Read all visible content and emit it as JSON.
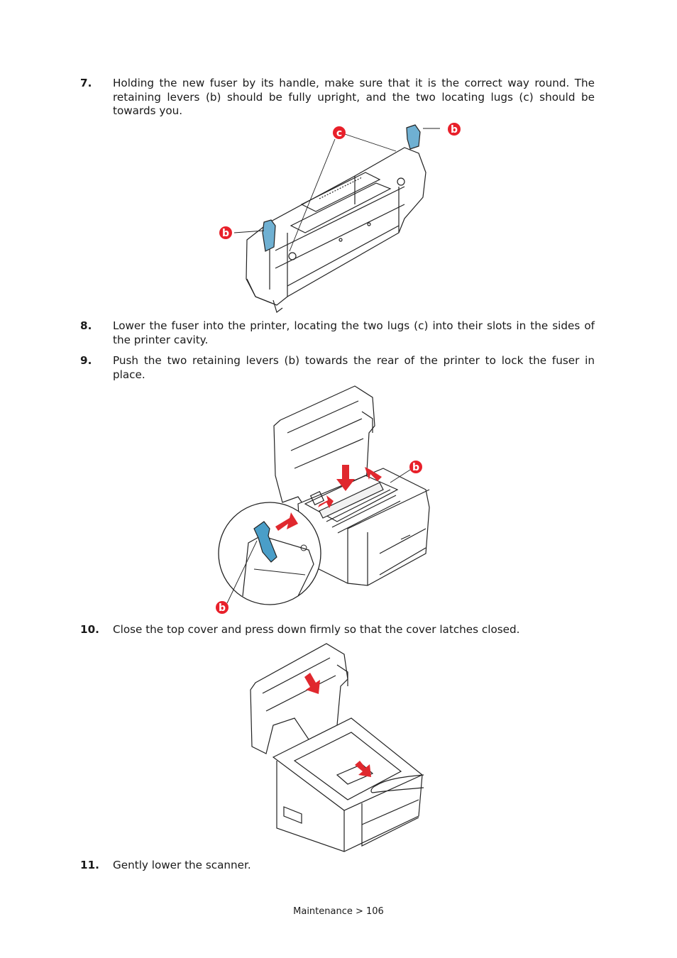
{
  "steps": [
    {
      "num": "7.",
      "text": "Holding the new fuser by its handle, make sure that it is the correct way round. The retaining levers (b) should be fully upright, and the two locating lugs (c) should be towards you."
    },
    {
      "num": "8.",
      "text": "Lower the fuser into the printer, locating the two lugs (c) into their slots in the sides of the printer cavity."
    },
    {
      "num": "9.",
      "text": "Push the two retaining levers (b) towards the rear of the printer to lock the fuser in place."
    },
    {
      "num": "10.",
      "text": "Close the top cover and press down firmly so that the cover latches closed."
    },
    {
      "num": "11.",
      "text": "Gently lower the scanner."
    }
  ],
  "figures": {
    "fuser": {
      "callout_c": "c",
      "callout_b_top": "b",
      "callout_b_left": "b"
    },
    "install": {
      "callout_b_right": "b",
      "callout_b_bottom": "b"
    }
  },
  "footer": "Maintenance > 106",
  "colors": {
    "callout": "#e8202a",
    "lever": "#6fb0d2",
    "arrow": "#e0282e",
    "line": "#222222"
  }
}
